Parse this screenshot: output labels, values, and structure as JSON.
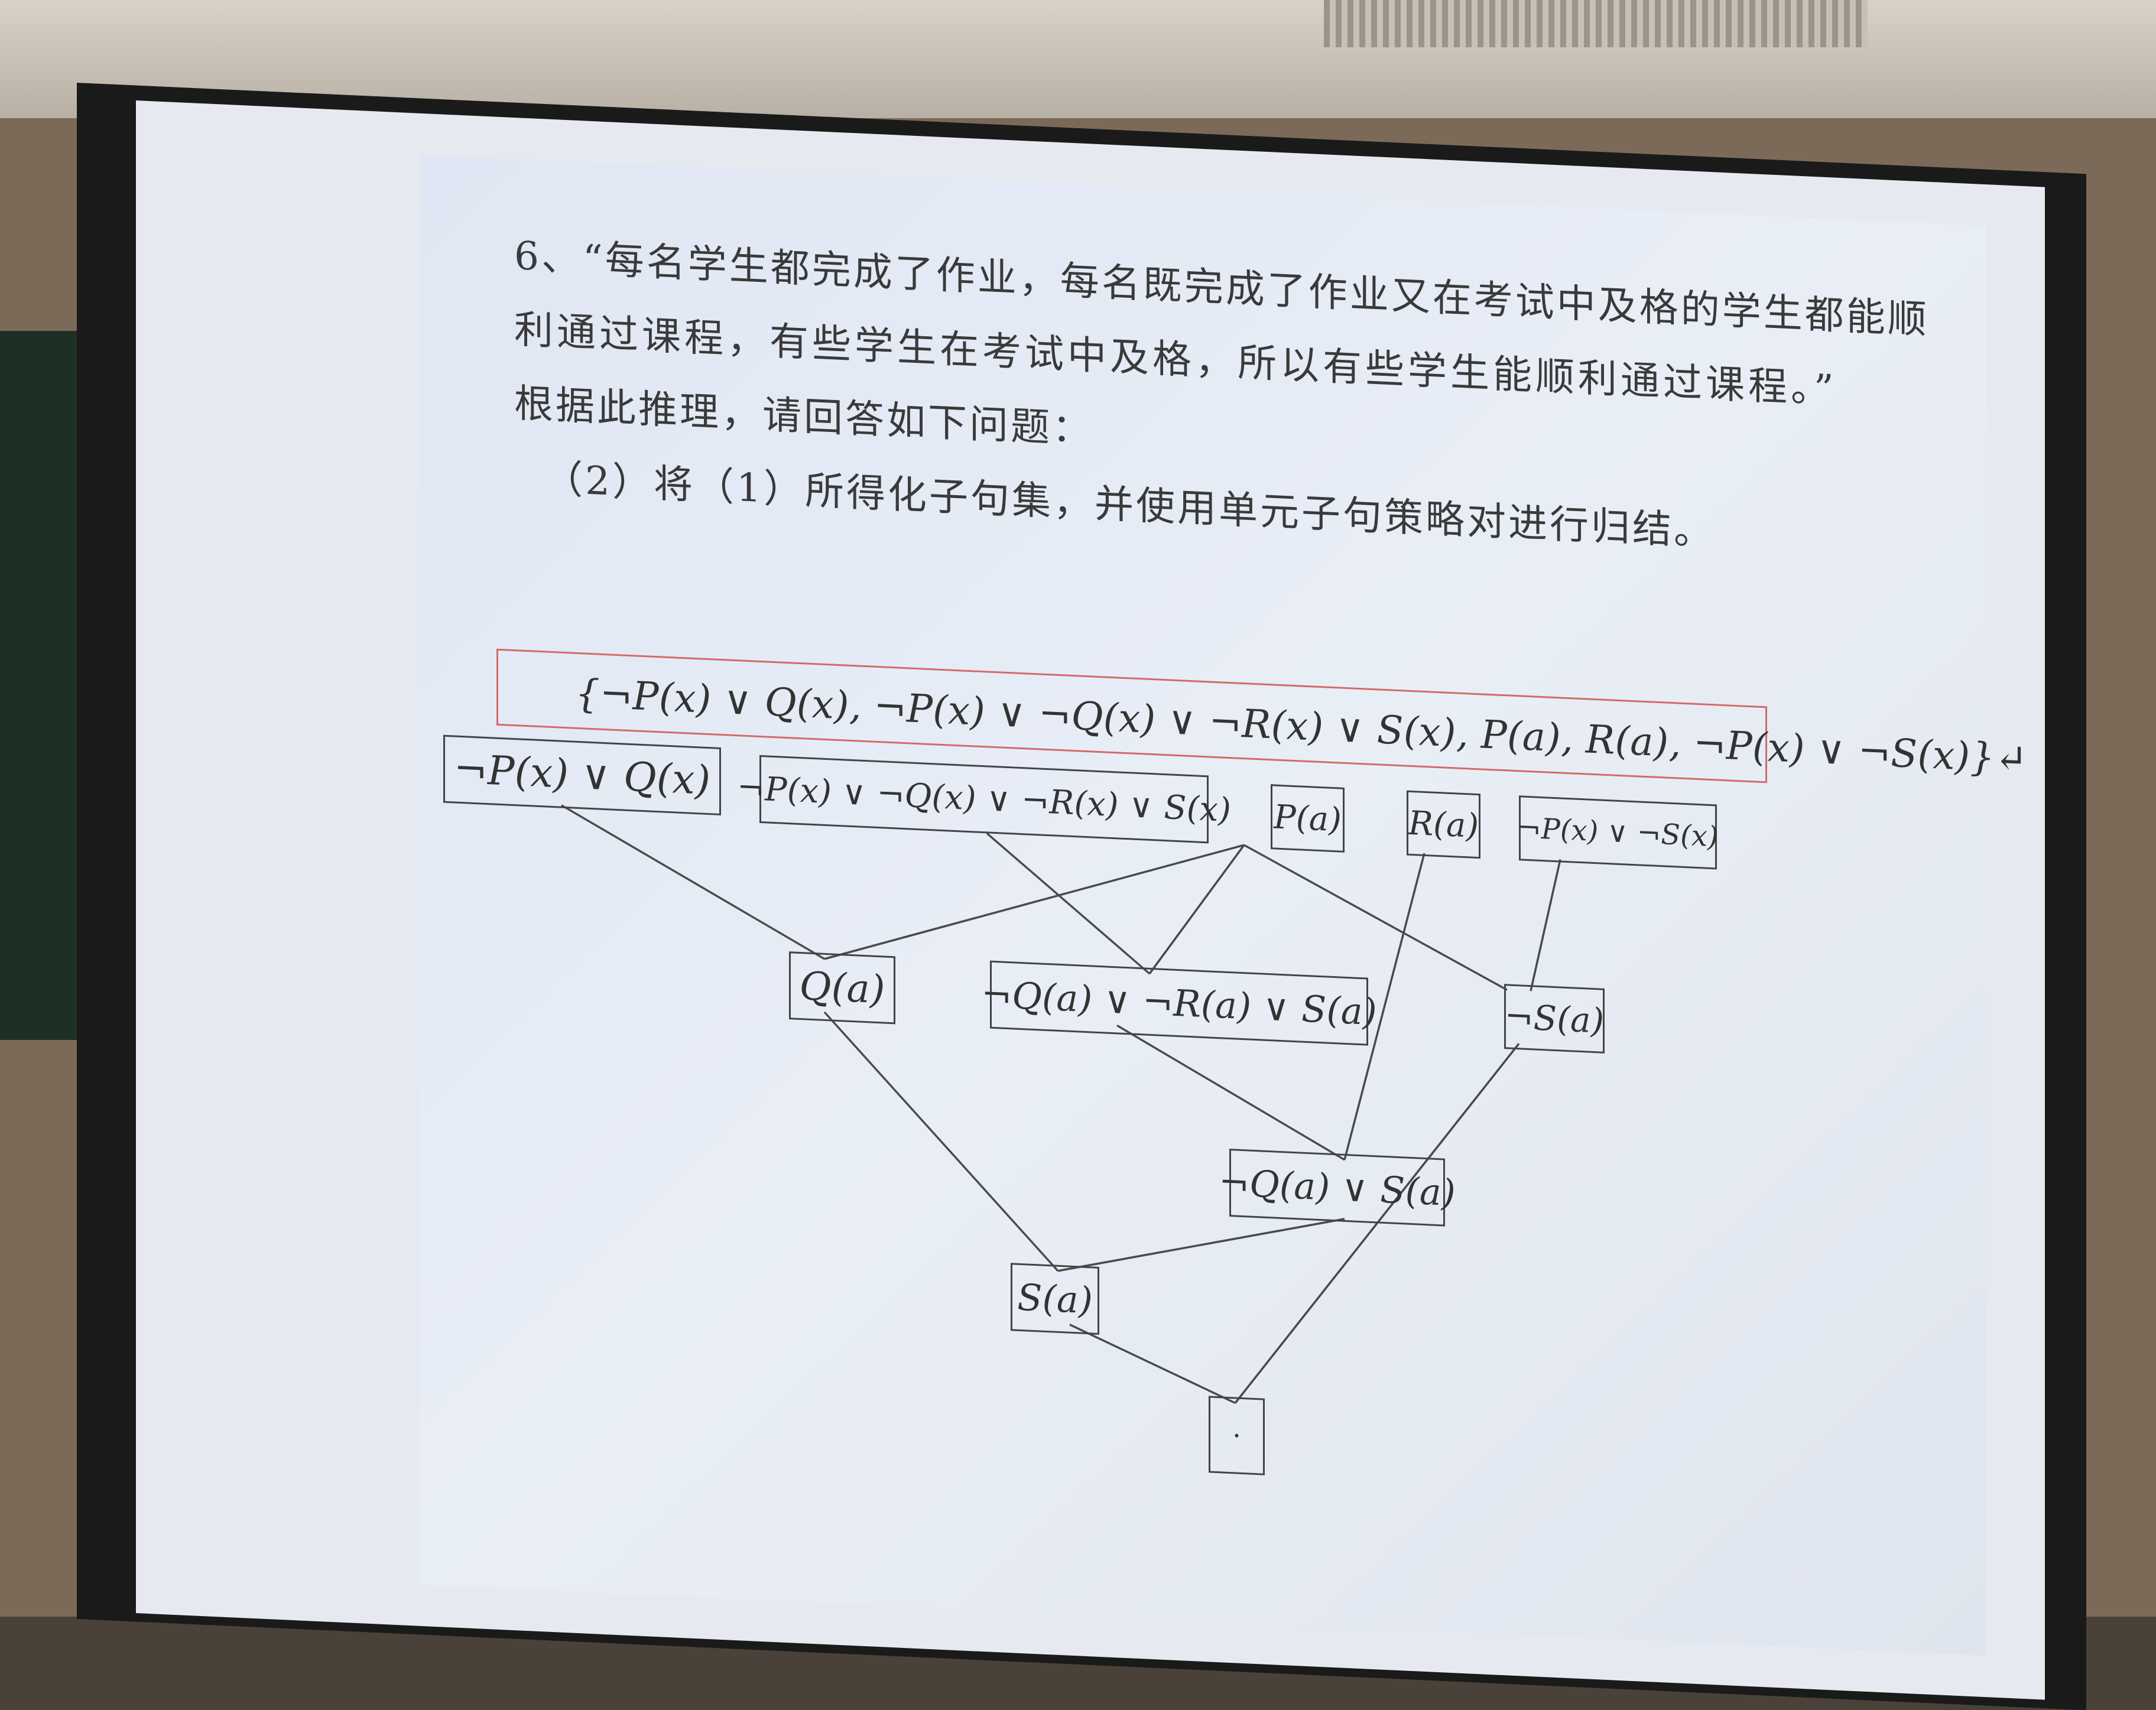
{
  "question": {
    "line1": "6、“每名学生都完成了作业，每名既完成了作业又在考试中及格的学生都能顺",
    "line2": "利通过课程，有些学生在考试中及格，所以有些学生能顺利通过课程。”",
    "line3": "根据此推理，请回答如下问题：",
    "line4": "（2）将（1）所得化子句集，并使用单元子句策略对进行归结。"
  },
  "clause_set": "{¬P(x) ∨ Q(x), ¬P(x) ∨ ¬Q(x) ∨ ¬R(x) ∨ S(x), P(a), R(a), ¬P(x) ∨ ¬S(x)}↵",
  "nodes": {
    "c1": "¬P(x) ∨ Q(x)",
    "c2": "¬P(x) ∨ ¬Q(x) ∨ ¬R(x) ∨ S(x)",
    "c3": "P(a)",
    "c4": "R(a)",
    "c5": "¬P(x) ∨ ¬S(x)",
    "r1": "Q(a)",
    "r2": "¬Q(a) ∨ ¬R(a) ∨ S(a)",
    "r3": "¬S(a)",
    "r4": "¬Q(a) ∨ S(a)",
    "r5": "S(a)",
    "r6": "·"
  }
}
